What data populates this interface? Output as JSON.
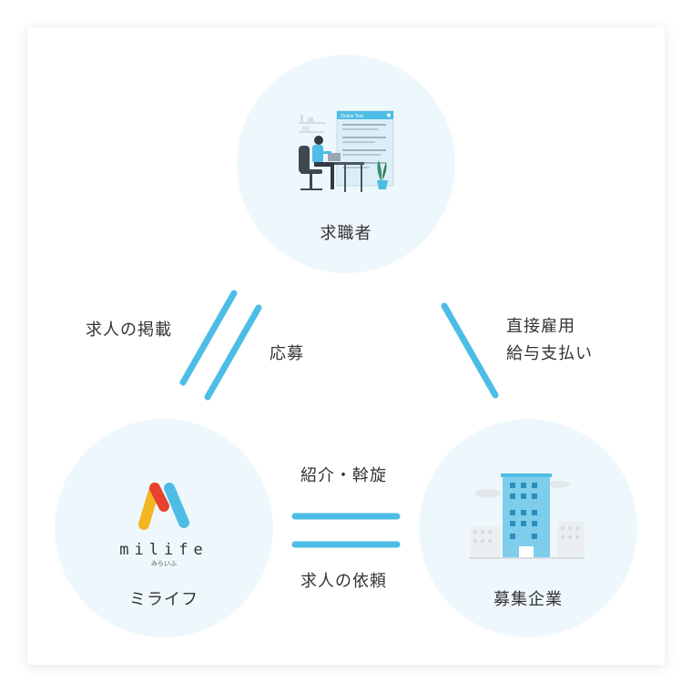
{
  "nodes": {
    "jobseeker": {
      "label": "求職者"
    },
    "milife": {
      "label": "ミライフ",
      "logo_text": "milife",
      "logo_kana": "みらいふ"
    },
    "company": {
      "label": "募集企業"
    }
  },
  "screen_title": "Online Test",
  "edges": {
    "left_outer": "求人の掲載",
    "left_inner": "応募",
    "right_line1": "直接雇用",
    "right_line2": "給与支払い",
    "bottom_top": "紹介・斡旋",
    "bottom_bottom": "求人の依頼"
  },
  "colors": {
    "circle_bg": "#eef8fc",
    "connector": "#4dbde6",
    "text": "#333333",
    "logo_yellow": "#f2b620",
    "logo_red": "#e8412f",
    "logo_blue": "#4dbde6"
  }
}
